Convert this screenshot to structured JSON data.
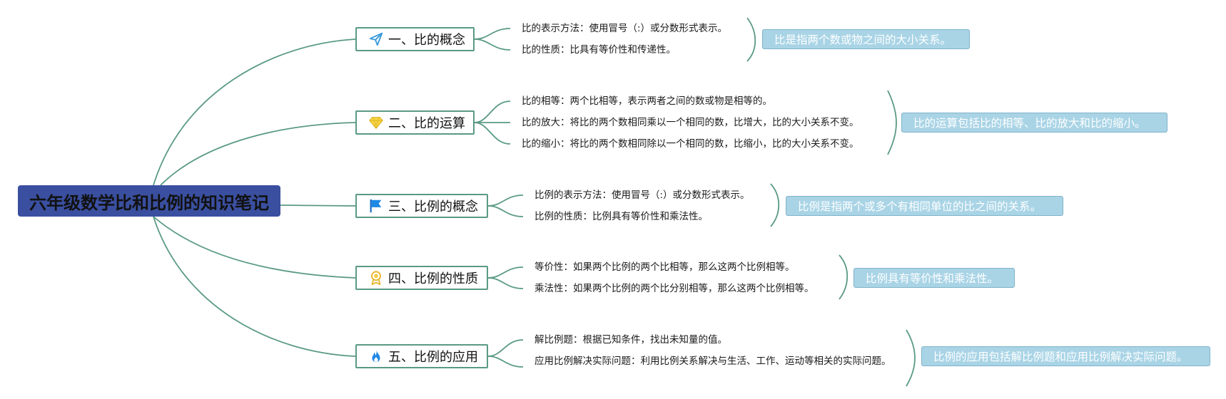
{
  "root": {
    "title": "六年级数学比和比例的知识笔记"
  },
  "colors": {
    "root": "#3a4fa0",
    "line": "#5a9a84",
    "summary_bg": "#a9d4e6",
    "summary_text": "#ffffff"
  },
  "branches": [
    {
      "title": "一、比的概念",
      "icon": "paper-plane-icon",
      "leaves": [
        "比的表示方法：使用冒号（:）或分数形式表示。",
        "比的性质：比具有等价性和传递性。"
      ],
      "summary": "比是指两个数或物之间的大小关系。"
    },
    {
      "title": "二、比的运算",
      "icon": "diamond-icon",
      "leaves": [
        "比的相等：两个比相等，表示两者之间的数或物是相等的。",
        "比的放大：将比的两个数相同乘以一个相同的数，比增大，比的大小关系不变。",
        "比的缩小：将比的两个数相同除以一个相同的数，比缩小，比的大小关系不变。"
      ],
      "summary": "比的运算包括比的相等、比的放大和比的缩小。"
    },
    {
      "title": "三、比例的概念",
      "icon": "flag-icon",
      "leaves": [
        "比例的表示方法：使用冒号（:）或分数形式表示。",
        "比例的性质：比例具有等价性和乘法性。"
      ],
      "summary": "比例是指两个或多个有相同单位的比之间的关系。"
    },
    {
      "title": "四、比例的性质",
      "icon": "medal-icon",
      "leaves": [
        "等价性：如果两个比例的两个比相等，那么这两个比例相等。",
        "乘法性：如果两个比例的两个比分别相等，那么这两个比例相等。"
      ],
      "summary": "比例具有等价性和乘法性。"
    },
    {
      "title": "五、比例的应用",
      "icon": "flame-icon",
      "leaves": [
        "解比例题：根据已知条件，找出未知量的值。",
        "应用比例解决实际问题：利用比例关系解决与生活、工作、运动等相关的实际问题。"
      ],
      "summary": "比例的应用包括解比例题和应用比例解决实际问题。"
    }
  ]
}
